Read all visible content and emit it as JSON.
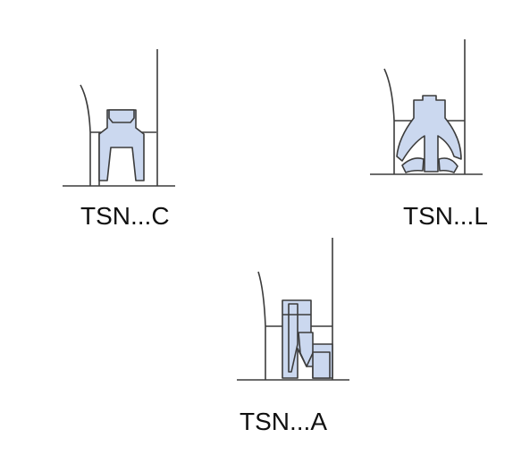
{
  "seal_variants": [
    {
      "label": "TSN...C"
    },
    {
      "label": "TSN...L"
    },
    {
      "label": "TSN...A"
    }
  ],
  "colors": {
    "seal_fill": "#cbd8ef",
    "outline": "#3c3c3c",
    "background": "#ffffff"
  }
}
